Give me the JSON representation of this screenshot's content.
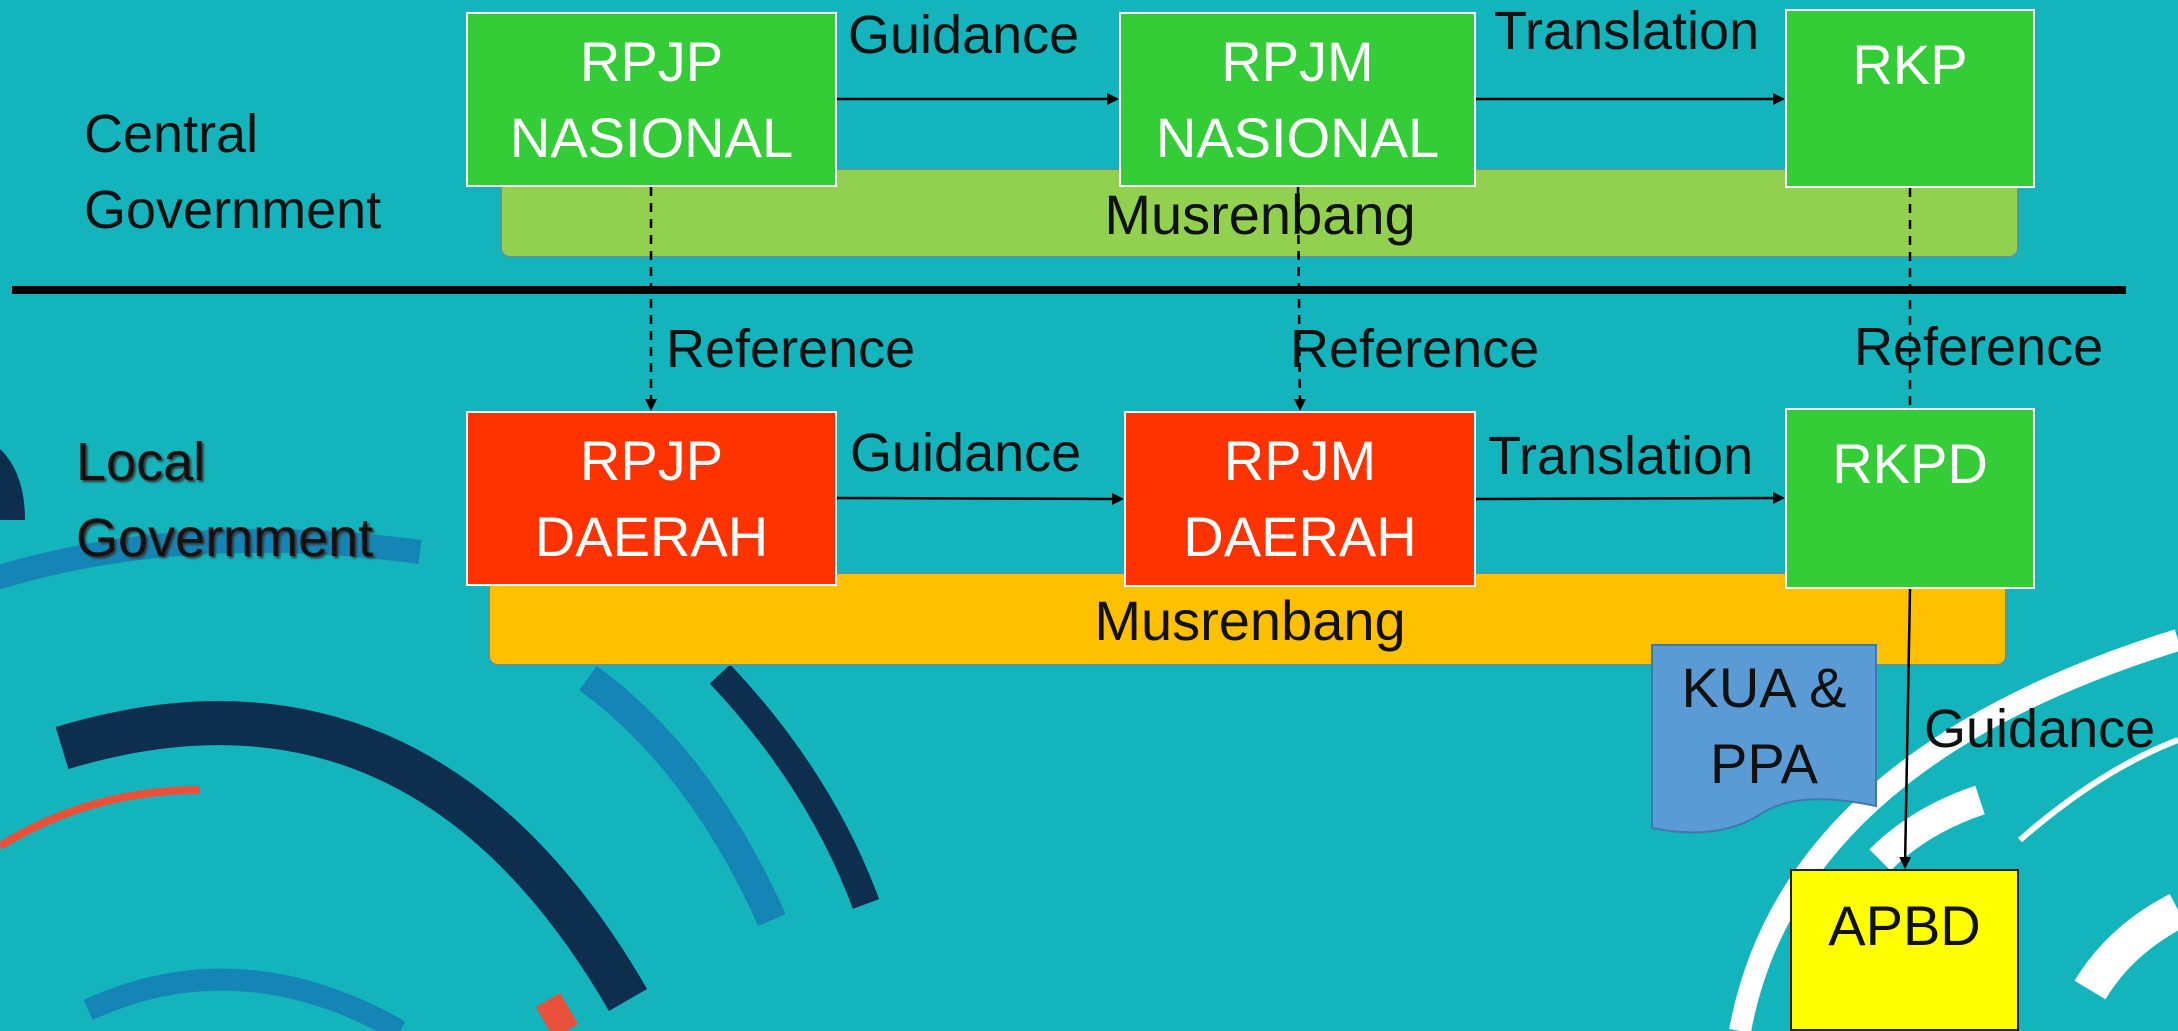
{
  "levels": {
    "central": [
      "Central",
      "Government"
    ],
    "local": [
      "Local",
      "Government"
    ]
  },
  "central": {
    "rpjp": [
      "RPJP",
      "NASIONAL"
    ],
    "rpjm": [
      "RPJM",
      "NASIONAL"
    ],
    "rkp": "RKP",
    "band": "Musrenbang",
    "guidance": "Guidance",
    "translation": "Translation"
  },
  "references": [
    "Reference",
    "Reference",
    "Reference"
  ],
  "local": {
    "rpjp": [
      "RPJP",
      "DAERAH"
    ],
    "rpjm": [
      "RPJM",
      "DAERAH"
    ],
    "rkpd": "RKPD",
    "band": "Musrenbang",
    "guidance": "Guidance",
    "translation": "Translation"
  },
  "budget": {
    "kua_ppa": [
      "KUA &",
      "PPA"
    ],
    "guidance": "Guidance",
    "apbd": "APBD"
  },
  "colors": {
    "background": "#14b4bd",
    "central_box": "#35cd37",
    "local_box": "#ff3300",
    "central_band": "#92d050",
    "local_band": "#ffc000",
    "kua_doc": "#5b9bd5",
    "apbd_box": "#ffff00"
  }
}
